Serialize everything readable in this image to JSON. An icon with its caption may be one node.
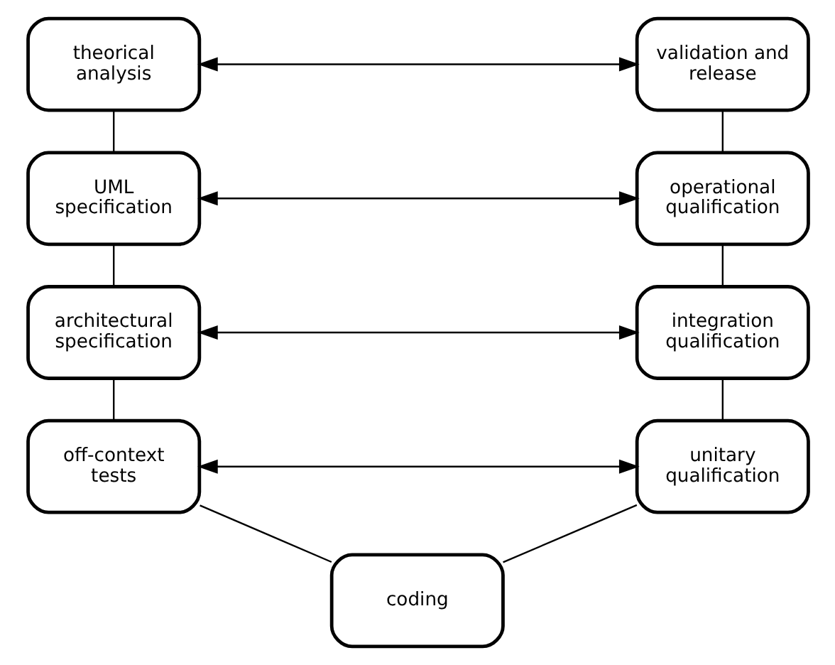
{
  "diagram": {
    "nodes": [
      {
        "text": [
          "theorical analysis"
        ]
      },
      {
        "text": [
          "validation and release"
        ]
      },
      {
        "text": [
          "UML specification"
        ]
      },
      {
        "text": [
          "operational qualification"
        ]
      },
      {
        "text": [
          "architectural specification"
        ]
      },
      {
        "text": [
          "integration qualification"
        ]
      },
      {
        "text": [
          "off-context tests"
        ]
      },
      {
        "text": [
          "unitary qualification"
        ]
      },
      {
        "text": [
          "coding"
        ]
      }
    ],
    "edges": [
      {
        "from": 0,
        "to": 1,
        "arrow": "both"
      },
      {
        "from": 0,
        "to": 2,
        "arrow": "none"
      },
      {
        "from": 1,
        "to": 3,
        "arrow": "none"
      },
      {
        "from": 2,
        "to": 3,
        "arrow": "both"
      },
      {
        "from": 2,
        "to": 4,
        "arrow": "none"
      },
      {
        "from": 3,
        "to": 5,
        "arrow": "none"
      },
      {
        "from": 4,
        "to": 5,
        "arrow": "both"
      },
      {
        "from": 4,
        "to": 6,
        "arrow": "none"
      },
      {
        "from": 5,
        "to": 7,
        "arrow": "none"
      },
      {
        "from": 6,
        "to": 7,
        "arrow": "both"
      },
      {
        "from": 6,
        "to": 8,
        "arrow": "none"
      },
      {
        "from": 7,
        "to": 8,
        "arrow": "none"
      }
    ]
  }
}
